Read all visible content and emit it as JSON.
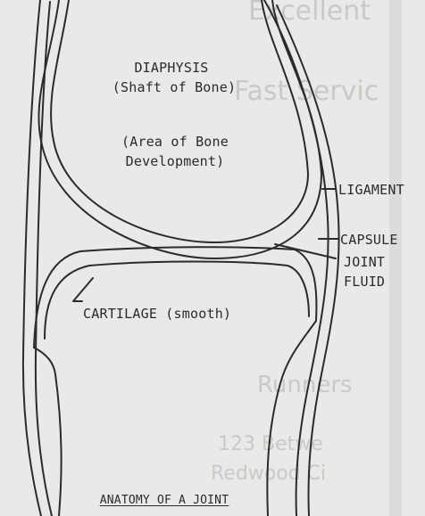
{
  "diagram": {
    "labels": {
      "diaphysis": "DIAPHYSIS",
      "shaft": "(Shaft of Bone)",
      "area_line1": "(Area of Bone",
      "area_line2": "Development)",
      "ligament": "LIGAMENT",
      "capsule": "CAPSULE",
      "joint": "JOINT",
      "fluid": "FLUID",
      "cartilage": "CARTILAGE (smooth)"
    },
    "caption": "ANATOMY OF A JOINT"
  },
  "background_page": {
    "faint_text": [
      "Excellent",
      "Fast Servic",
      "Runners",
      "123 Betwe",
      "Redwood Ci"
    ]
  },
  "colors": {
    "paper": "#e9e9e7",
    "ink": "#2b2b2b",
    "bleed_through": "#c9c9c7"
  }
}
